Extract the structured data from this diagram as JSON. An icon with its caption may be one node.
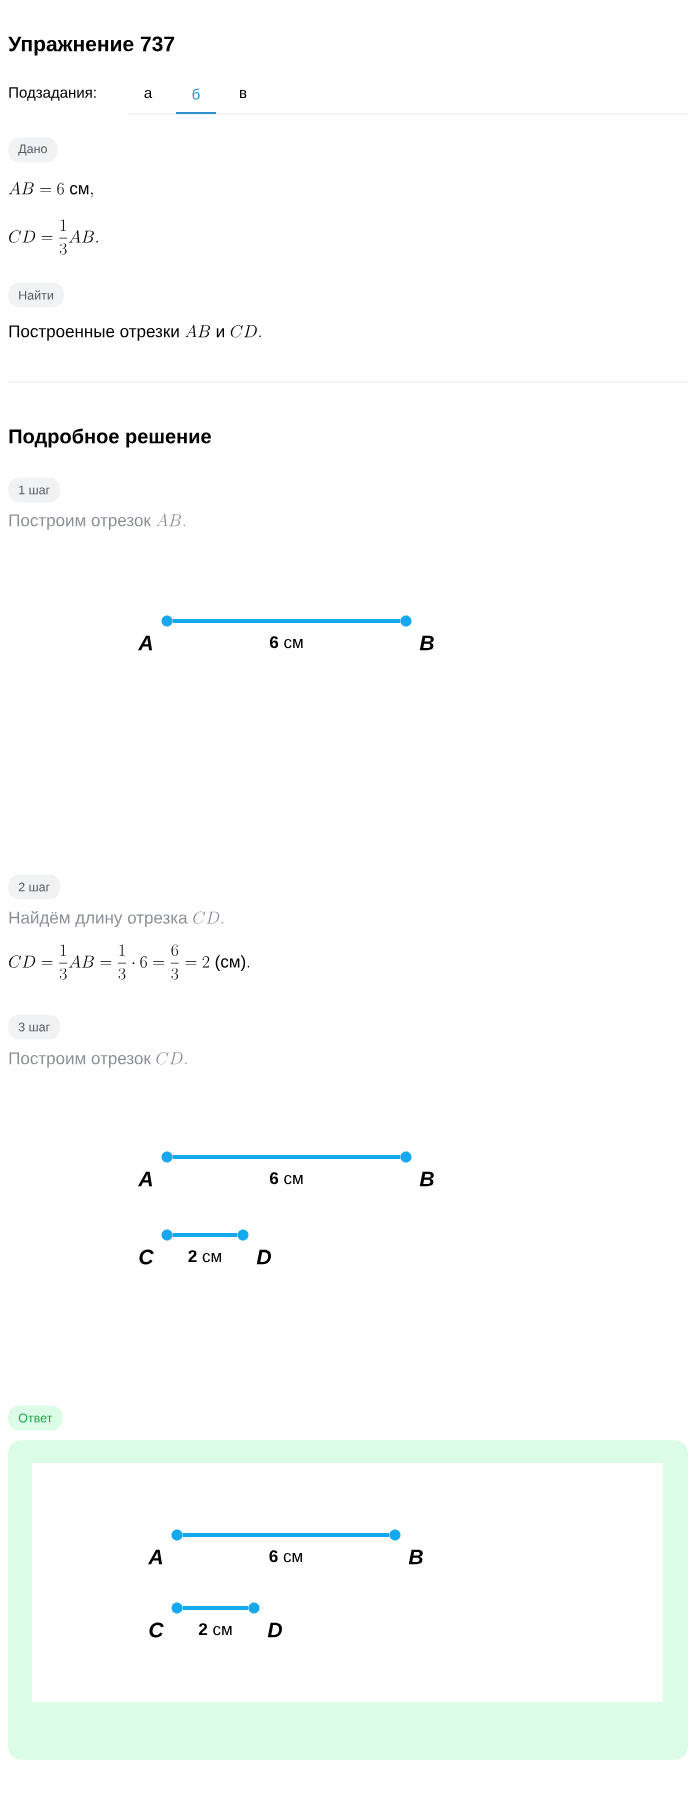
{
  "diagram": {
    "title": "Упражнение 737",
    "nodes": [
      {
        "text": [],
        "shape": "circle",
        "beside": [
          "A"
        ]
      },
      {
        "text": [],
        "shape": "circle",
        "beside": [
          "B"
        ]
      },
      {
        "text": [],
        "shape": "circle",
        "beside": [
          "A"
        ]
      },
      {
        "text": [],
        "shape": "circle",
        "beside": [
          "B"
        ]
      },
      {
        "text": [],
        "shape": "circle",
        "beside": [
          "C"
        ]
      },
      {
        "text": [],
        "shape": "circle",
        "beside": [
          "D"
        ]
      },
      {
        "text": [],
        "shape": "box"
      },
      {
        "text": [],
        "shape": "circle",
        "beside": [
          "A"
        ],
        "in": 6
      },
      {
        "text": [],
        "shape": "circle",
        "beside": [
          "B"
        ],
        "in": 6
      },
      {
        "text": [],
        "shape": "circle",
        "beside": [
          "C"
        ],
        "in": 6
      },
      {
        "text": [],
        "shape": "circle",
        "beside": [
          "D"
        ],
        "in": 6
      }
    ],
    "edges": [
      {
        "from": 0,
        "to": 1,
        "arrow": "none",
        "label": "**6** см"
      },
      {
        "from": 2,
        "to": 3,
        "arrow": "none",
        "label": "**6** см"
      },
      {
        "from": 4,
        "to": 5,
        "arrow": "none",
        "label": "**2** см"
      },
      {
        "from": 7,
        "to": 8,
        "arrow": "none",
        "label": "**6** см"
      },
      {
        "from": 9,
        "to": 10,
        "arrow": "none",
        "label": "**2** см"
      }
    ],
    "labels": [
      "Подзадания:",
      "а",
      "б",
      "в",
      "Дано",
      "AB = 6\\text{ см},",
      "CD = \\frac{1}{3}AB.",
      "Найти",
      "\\text{Построенные отрезки }AB\\text{ и }CD.",
      "Подробное решение",
      "1 шаг",
      "\\text{Построим отрезок }AB.",
      "2 шаг",
      "\\text{Найдём длину отрезка }CD.",
      "CD = \\frac{1}{3}AB = \\frac{1}{3}\\cdot 6 = \\frac{6}{3} = 2\\text{ (см)}.",
      "3 шаг",
      "\\text{Построим отрезок }CD.",
      "Ответ"
    ]
  }
}
